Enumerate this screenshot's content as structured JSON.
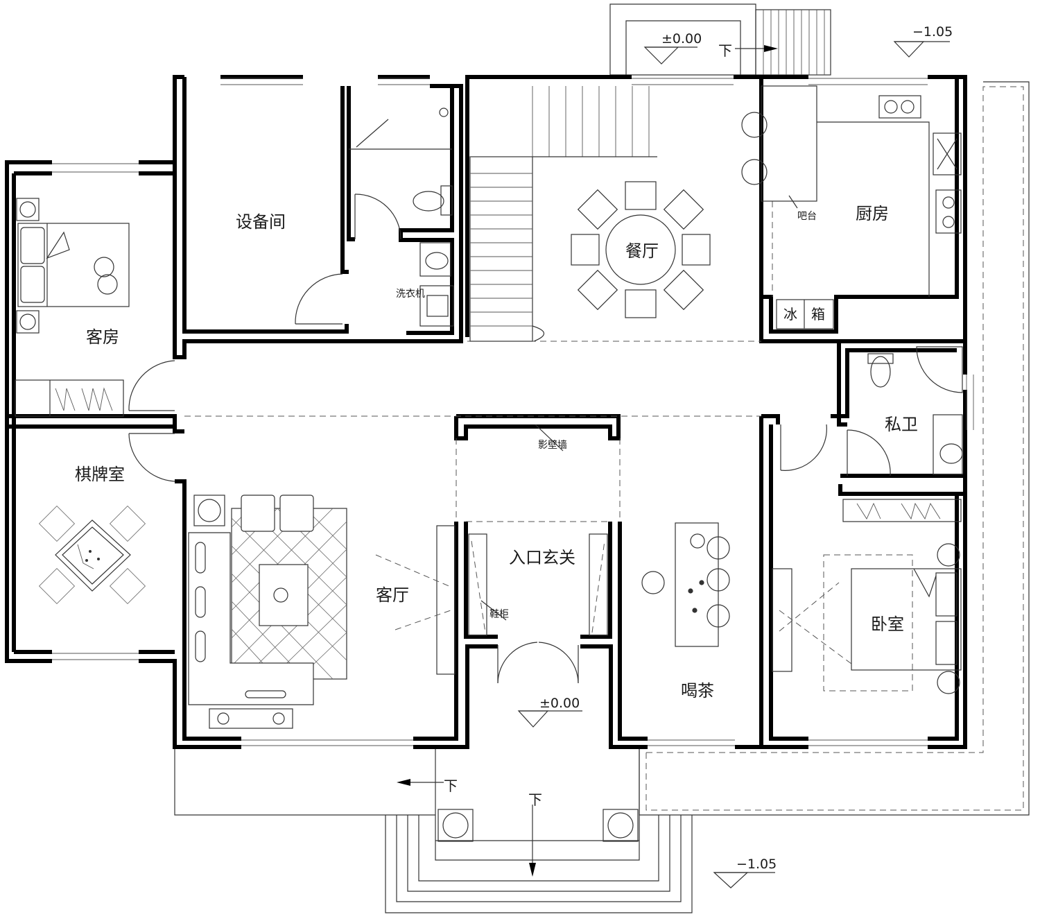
{
  "rooms": {
    "equipment": "设备间",
    "guest_room": "客房",
    "dining": "餐厅",
    "kitchen": "厨房",
    "bar": "吧台",
    "private_bath": "私卫",
    "chess_room": "棋牌室",
    "screen_wall": "影壁墙",
    "living": "客厅",
    "entrance": "入口玄关",
    "shoe_cabinet": "鞋柜",
    "tea": "喝茶",
    "bedroom": "卧室",
    "washer": "洗衣机",
    "fridge_1": "冰",
    "fridge_2": "箱"
  },
  "levels": {
    "top_porch": "±0.00",
    "top_right": "−1.05",
    "entrance": "±0.00",
    "bottom_right": "−1.05"
  },
  "stairs": {
    "down_top": "下",
    "down_bottom_left": "下",
    "down_bottom_center": "下"
  }
}
